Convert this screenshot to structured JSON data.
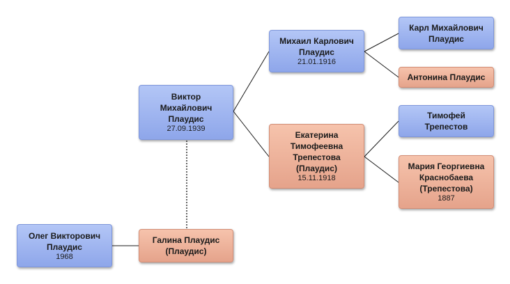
{
  "persons": {
    "viktor": {
      "name_lines": [
        "Виктор",
        "Михайлович",
        "Плаудис"
      ],
      "date": "27.09.1939"
    },
    "mikhail": {
      "name_lines": [
        "Михаил Карлович",
        "Плаудис"
      ],
      "date": "21.01.1916"
    },
    "ekaterina": {
      "name_lines": [
        "Екатерина",
        "Тимофеевна",
        "Трепестова",
        "(Плаудис)"
      ],
      "date": "15.11.1918"
    },
    "karl": {
      "name_lines": [
        "Карл Михайлович",
        "Плаудис"
      ],
      "date": ""
    },
    "antonina": {
      "name_lines": [
        "Антонина Плаудис"
      ],
      "date": ""
    },
    "timofey": {
      "name_lines": [
        "Тимофей",
        "Трепестов"
      ],
      "date": ""
    },
    "maria": {
      "name_lines": [
        "Мария Георгиевна",
        "Краснобаева",
        "(Трепестова)"
      ],
      "date": "1887"
    },
    "oleg": {
      "name_lines": [
        "Олег Викторович",
        "Плаудис"
      ],
      "date": "1968"
    },
    "galina": {
      "name_lines": [
        "Галина Плаудис",
        "(Плаудис)"
      ],
      "date": ""
    }
  },
  "colors": {
    "male": "#9fb5f0",
    "female": "#eeb49d",
    "line": "#1a1a1a"
  }
}
